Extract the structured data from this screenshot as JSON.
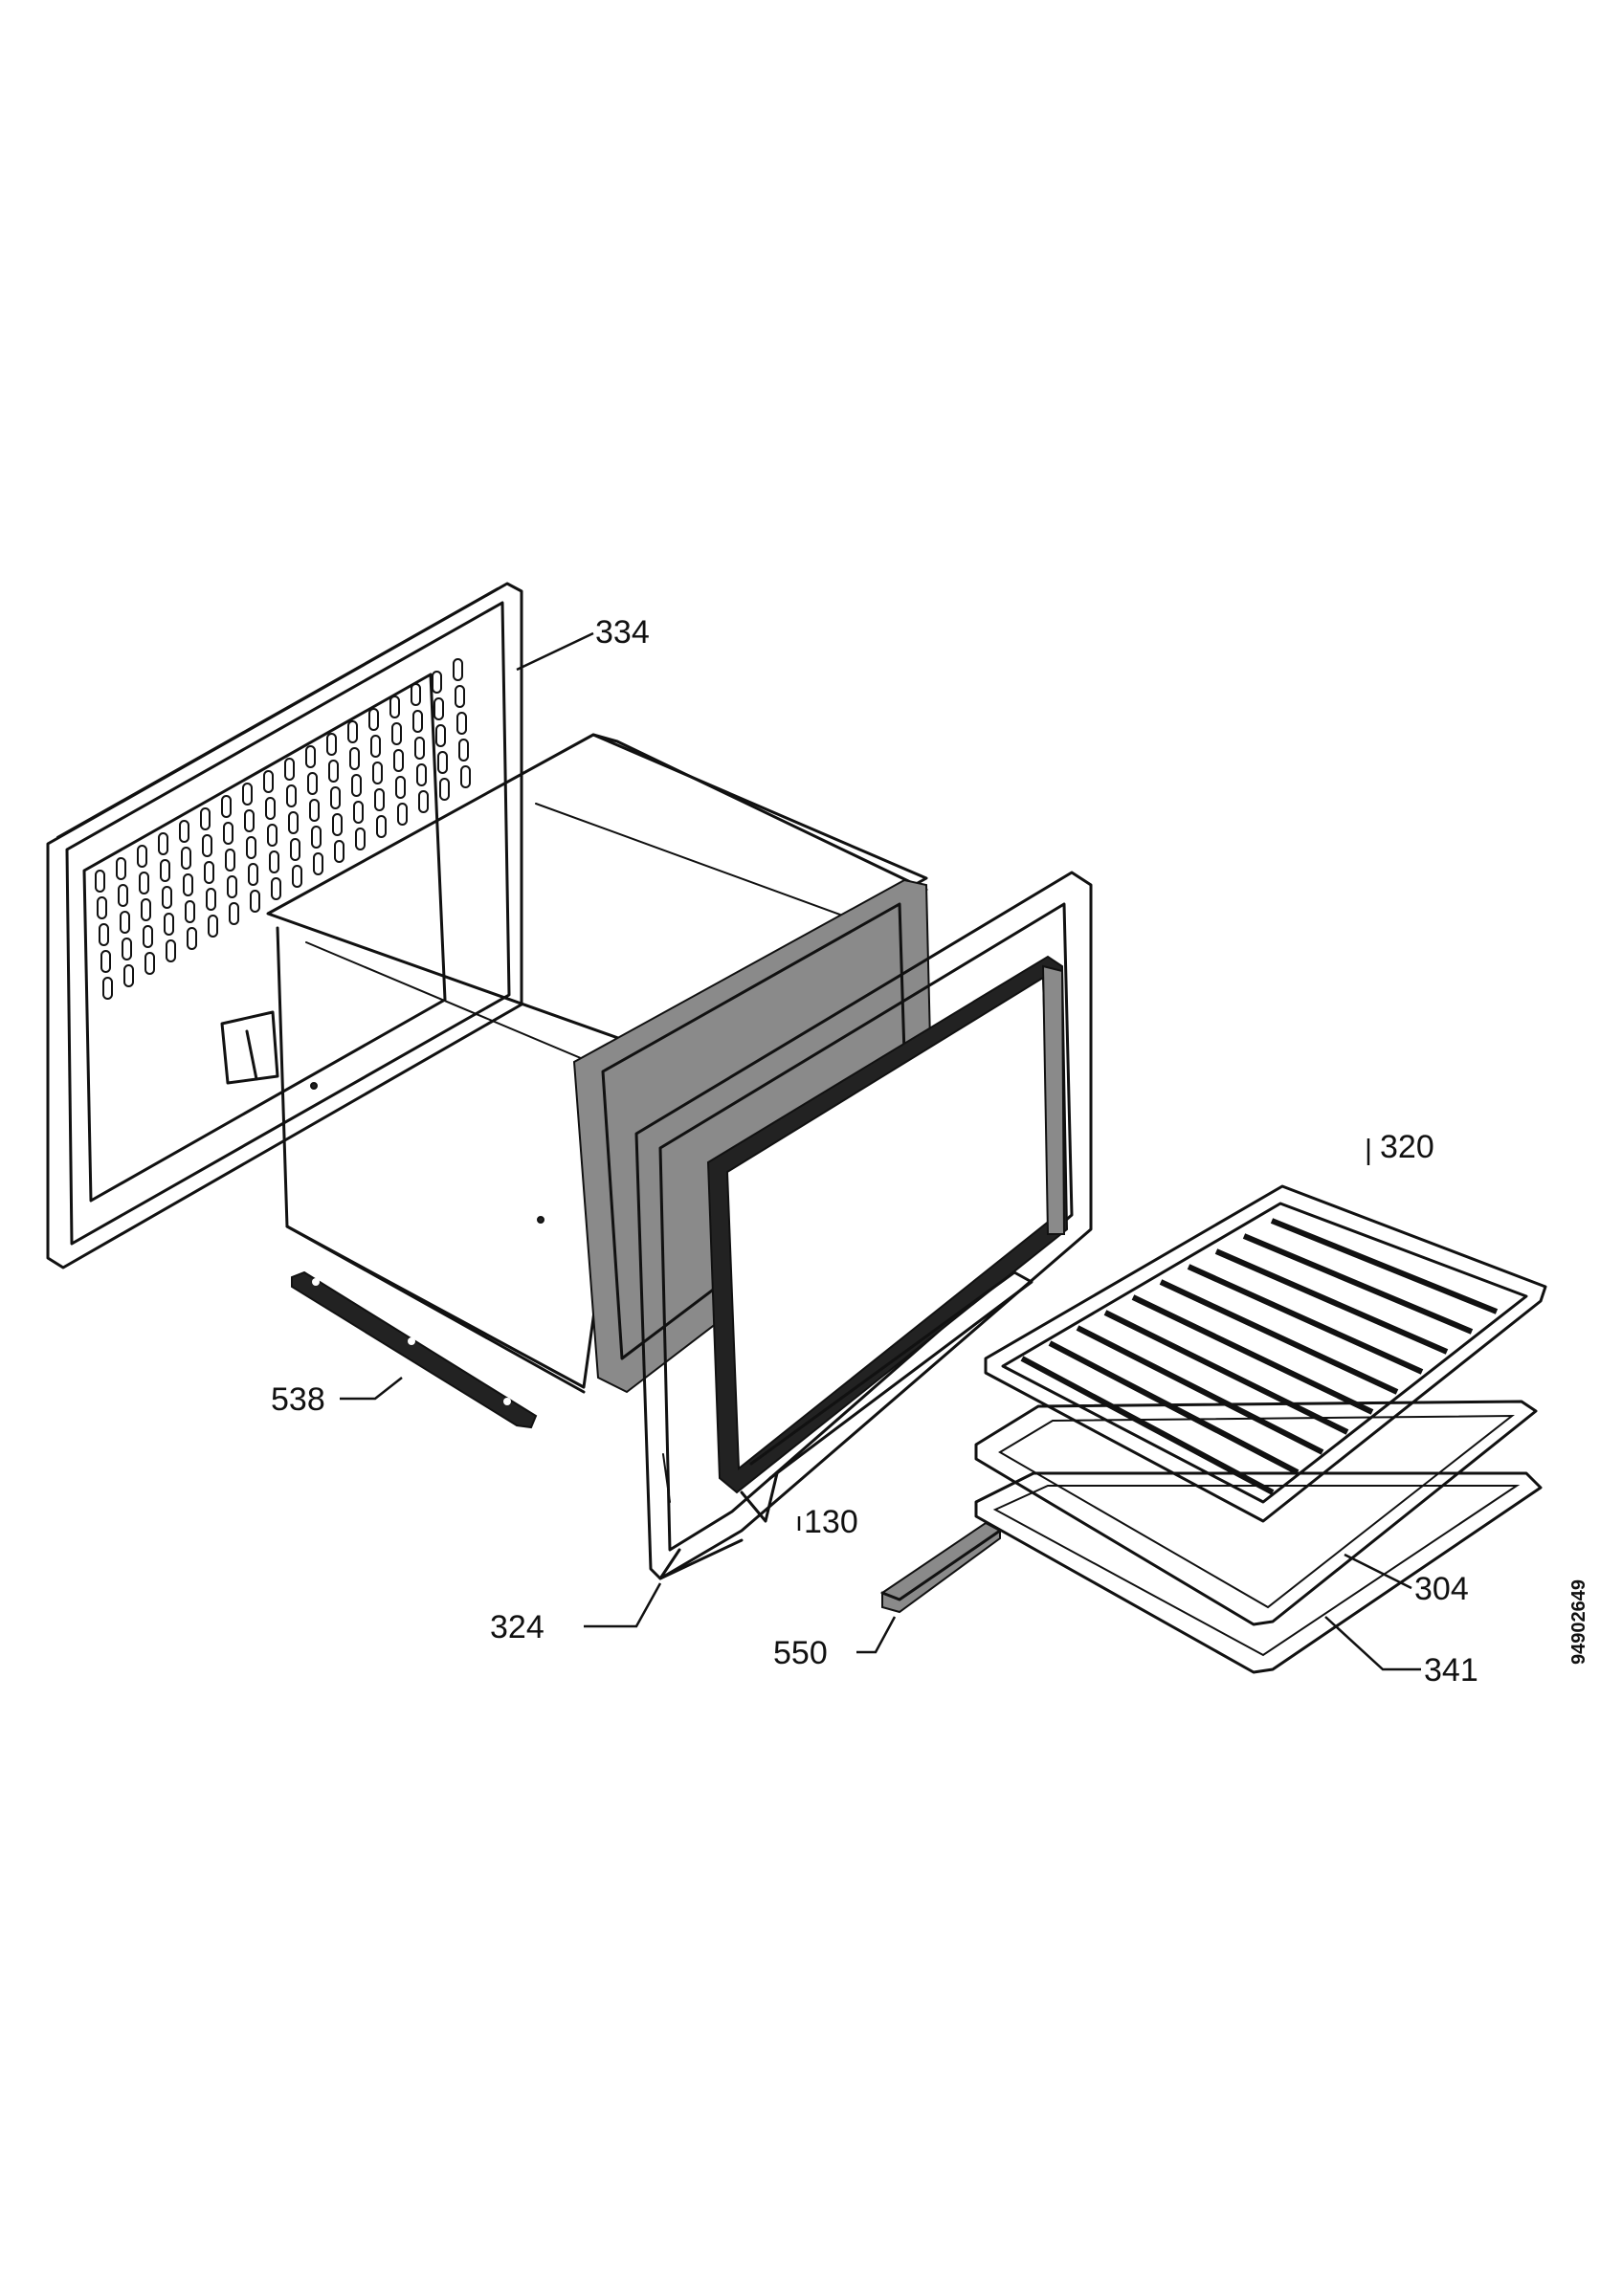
{
  "callouts": [
    {
      "id": "334",
      "label": "334"
    },
    {
      "id": "320",
      "label": "320"
    },
    {
      "id": "538",
      "label": "538"
    },
    {
      "id": "130",
      "label": "130"
    },
    {
      "id": "304",
      "label": "304"
    },
    {
      "id": "324",
      "label": "324"
    },
    {
      "id": "550",
      "label": "550"
    },
    {
      "id": "341",
      "label": "341"
    }
  ],
  "document_number": "94902649",
  "colors": {
    "ink": "#111111",
    "paper": "#ffffff"
  }
}
